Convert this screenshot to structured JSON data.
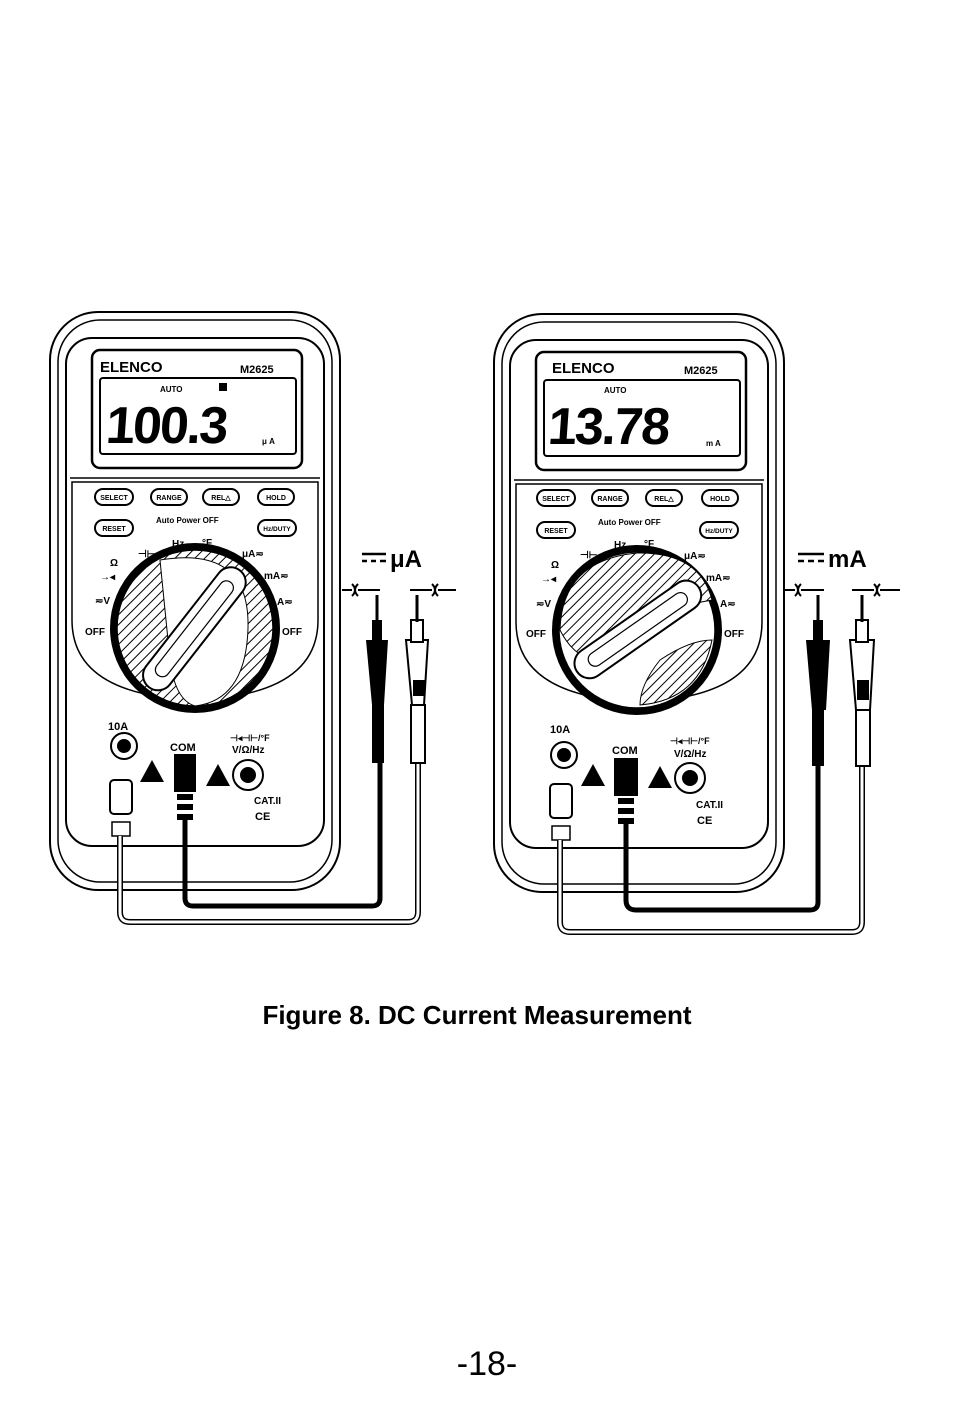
{
  "figure": {
    "meters": [
      {
        "brand": "ELENCO",
        "model": "M2625",
        "lcd_mode": "AUTO",
        "reading": "100.3",
        "unit_indicator": "μ A",
        "range_label": "μA"
      },
      {
        "brand": "ELENCO",
        "model": "M2625",
        "lcd_mode": "AUTO",
        "reading": "13.78",
        "unit_indicator": "m A",
        "range_label": "mA"
      }
    ],
    "buttons": {
      "select": "SELECT",
      "range": "RANGE",
      "rel": "REL△",
      "hold": "HOLD",
      "reset": "RESET",
      "hz_duty": "Hz/DUTY",
      "auto_power_off": "Auto Power OFF"
    },
    "dial": {
      "off_left": "OFF",
      "off_right": "OFF",
      "volts": "≂V",
      "ohm": "Ω",
      "diode": "→◂",
      "cap": "⊣⊢",
      "hz": "Hz",
      "fahrenheit": "°F",
      "ua": "μA≂",
      "ma": "mA≂",
      "amp": "A≂"
    },
    "jacks": {
      "ten_amp": "10A",
      "com": "COM",
      "vohm": "V/Ω/Hz",
      "vohm_symbols": "⊣◂⊣⊢/°F",
      "cat": "CAT.II",
      "ce": "CE"
    }
  },
  "caption": "Figure 8.  DC Current Measurement",
  "page_number": "-18-"
}
